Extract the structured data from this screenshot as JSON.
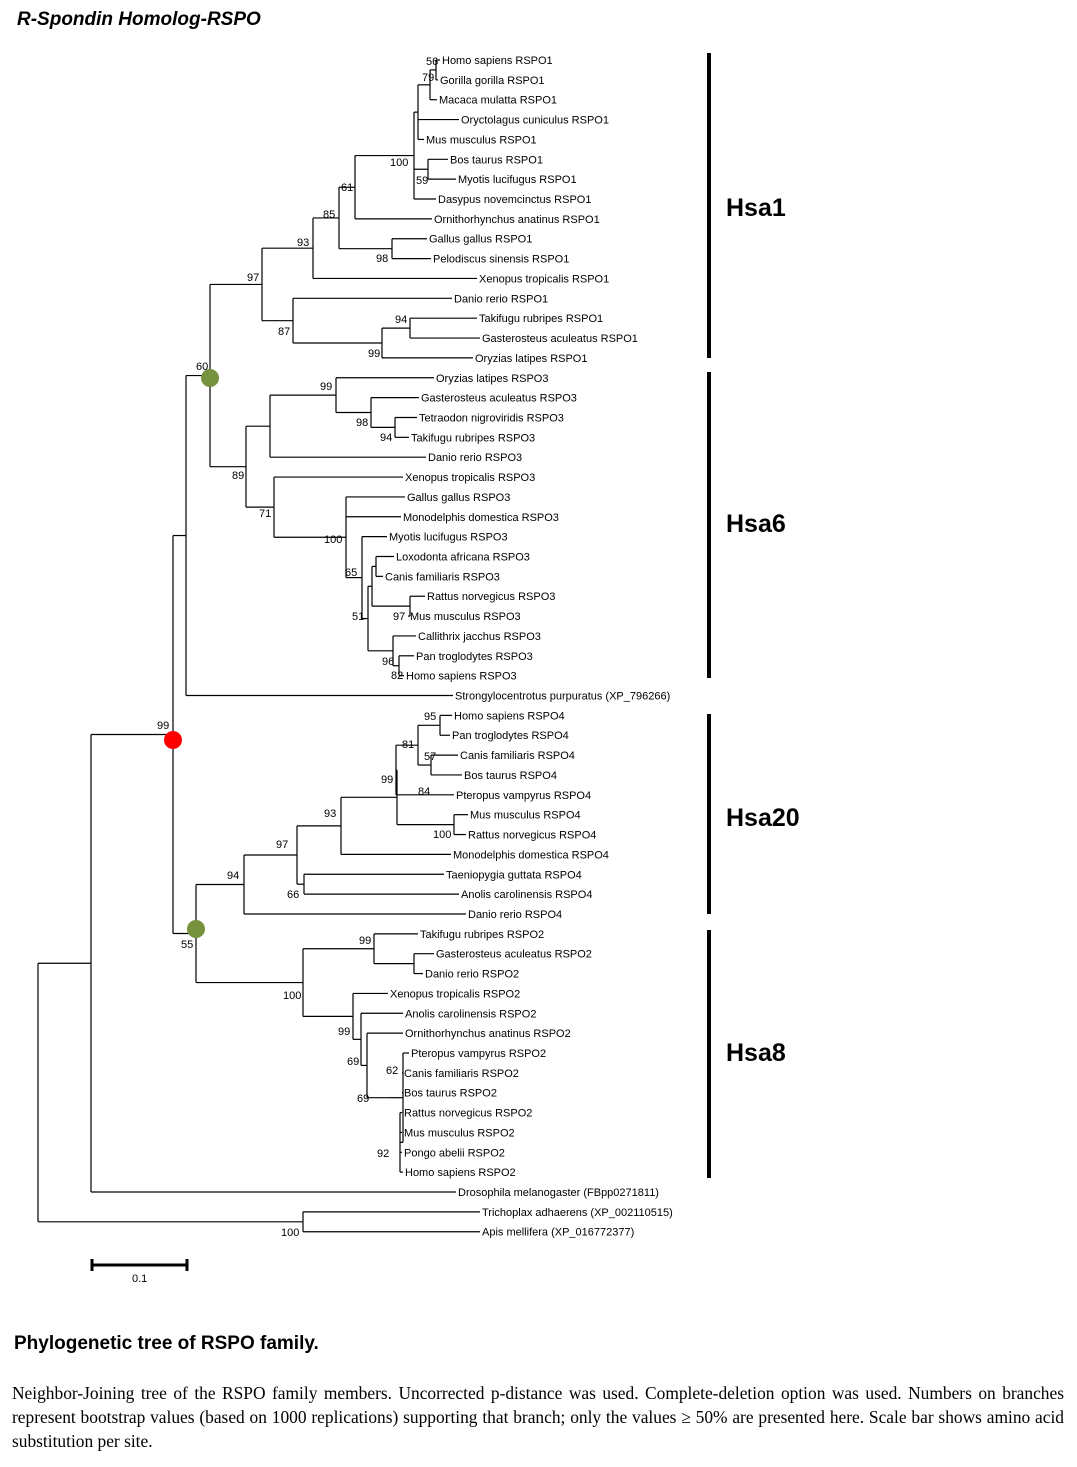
{
  "title": "R-Spondin Homolog-RSPO",
  "colors": {
    "line": "#000000",
    "root_node": "#ff0000",
    "duplication_node": "#76923c"
  },
  "tree": {
    "leaves": [
      "Homo sapiens RSPO1",
      "Gorilla gorilla RSPO1",
      "Macaca mulatta RSPO1",
      "Oryctolagus cuniculus RSPO1",
      "Mus musculus RSPO1",
      "Bos taurus RSPO1",
      "Myotis lucifugus RSPO1",
      "Dasypus novemcinctus RSPO1",
      "Ornithorhynchus anatinus RSPO1",
      "Gallus gallus RSPO1",
      "Pelodiscus sinensis RSPO1",
      "Xenopus tropicalis RSPO1",
      "Danio rerio RSPO1",
      "Takifugu rubripes RSPO1",
      "Gasterosteus aculeatus RSPO1",
      "Oryzias latipes RSPO1",
      "Oryzias latipes RSPO3",
      "Gasterosteus aculeatus RSPO3",
      "Tetraodon nigroviridis RSPO3",
      "Takifugu rubripes RSPO3",
      "Danio rerio RSPO3",
      "Xenopus tropicalis RSPO3",
      "Gallus gallus RSPO3",
      "Monodelphis domestica RSPO3",
      "Myotis lucifugus RSPO3",
      "Loxodonta africana RSPO3",
      "Canis familiaris RSPO3",
      "Rattus norvegicus RSPO3",
      "Mus musculus RSPO3",
      "Callithrix jacchus RSPO3",
      "Pan troglodytes RSPO3",
      "Homo sapiens RSPO3",
      "Strongylocentrotus purpuratus (XP_796266)",
      "Homo sapiens RSPO4",
      "Pan troglodytes RSPO4",
      "Canis familiaris RSPO4",
      "Bos taurus RSPO4",
      "Pteropus vampyrus RSPO4",
      "Mus musculus RSPO4",
      "Rattus norvegicus RSPO4",
      "Monodelphis domestica RSPO4",
      "Taeniopygia guttata RSPO4",
      "Anolis carolinensis RSPO4",
      "Danio rerio RSPO4",
      "Takifugu rubripes RSPO2",
      "Gasterosteus aculeatus RSPO2",
      "Danio rerio RSPO2",
      "Xenopus tropicalis RSPO2",
      "Anolis carolinensis RSPO2",
      "Ornithorhynchus anatinus RSPO2",
      "Pteropus vampyrus RSPO2",
      "Canis familiaris RSPO2",
      "Bos taurus RSPO2",
      "Rattus norvegicus RSPO2",
      "Mus musculus RSPO2",
      "Pongo abelii RSPO2",
      "Homo sapiens RSPO2",
      "Drosophila melanogaster (FBpp0271811)",
      "Trichoplax adhaerens (XP_002110515)",
      "Apis mellifera (XP_016772377)"
    ],
    "bootstrap": [
      "56",
      "79",
      "100",
      "59",
      "61",
      "85",
      "98",
      "93",
      "97",
      "94",
      "99",
      "87",
      "60",
      "99",
      "98",
      "94",
      "89",
      "71",
      "100",
      "65",
      "51",
      "97",
      "96",
      "82",
      "99",
      "95",
      "81",
      "57",
      "99",
      "84",
      "93",
      "100",
      "97",
      "94",
      "66",
      "55",
      "99",
      "100",
      "99",
      "69",
      "62",
      "69",
      "92",
      "100"
    ],
    "groups": [
      "Hsa1",
      "Hsa6",
      "Hsa20",
      "Hsa8"
    ],
    "scale_label": "0.1"
  },
  "caption": {
    "title": "Phylogenetic tree of RSPO family.",
    "body": "Neighbor-Joining tree of the RSPO family members. Uncorrected p-distance was used. Complete-deletion option was used. Numbers on branches represent bootstrap values (based on 1000 replications) supporting that branch; only the values ≥ 50% are presented here. Scale bar shows amino acid substitution per site."
  }
}
